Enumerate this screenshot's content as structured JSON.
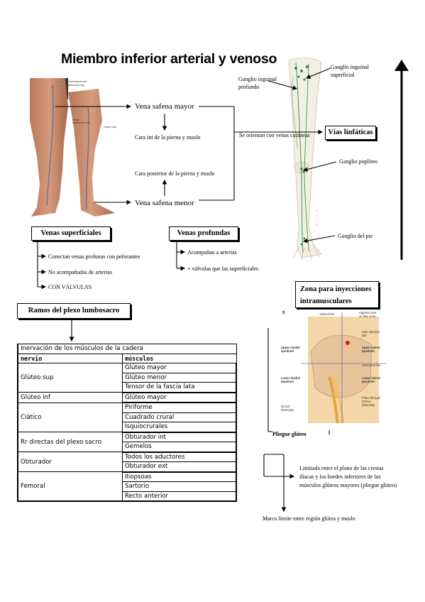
{
  "title": "Miembro inferior arterial y venoso",
  "leg_labels": {
    "safena_mayor": "Vena safena mayor",
    "safena_menor": "Vena safena menor",
    "cara_int": "Cara int de la pierna y muslo",
    "cara_post": "Cara posterior de la pierna y muslo",
    "orientan": "Se orientan con venas cutáneas"
  },
  "lymph": {
    "vias": "Vías linfáticas",
    "ganglio_inguinal_profundo": [
      "Ganglio inguinal",
      "profundo"
    ],
    "ganglio_inguinal_superficial": [
      "Ganglio inguinal",
      "superficial"
    ],
    "ganglio_popliteo": "Ganglio popliteo",
    "ganglio_pie": "Ganglio del pie"
  },
  "venas_superficiales": {
    "heading": "Venas superficiales",
    "items": [
      "Conectan venas profunas con peforantes",
      "No acompañadas de arterias",
      "CON VÁLVULAS"
    ]
  },
  "venas_profundas": {
    "heading": "Venas profundas",
    "items": [
      "Acompañan a arterias",
      "+ válvulas que las superficiales"
    ]
  },
  "plexo": {
    "heading": "Ramos del plexo lumbosacro",
    "table_title": "Inervación de los músculos de la cadera",
    "col_nervio": "nervio",
    "col_musculos": "músculos",
    "rows": [
      {
        "nervio": "Glúteo sup",
        "musculos": [
          "Glúteo mayor",
          "Glúteo menor",
          "Tensor de la fascia lata"
        ]
      },
      {
        "nervio": "Glúteo inf",
        "musculos": [
          "Glúteo mayor"
        ]
      },
      {
        "nervio": "Ciático",
        "musculos": [
          "Piriforme",
          "Cuadrado crural",
          "Isquiocrurales"
        ]
      },
      {
        "nervio": "Rr directas del plexo sacro",
        "musculos": [
          "Obturador int",
          "Gemelos"
        ]
      },
      {
        "nervio": "Obturador",
        "musculos": [
          "Todos los aductores",
          "Obturador ext"
        ]
      },
      {
        "nervio": "Femoral",
        "musculos": [
          "Iliopsoas",
          "Sartorio",
          "Recto anterior"
        ]
      }
    ]
  },
  "inyecciones": {
    "heading": [
      "Zona para inyecciones",
      "intramusculares"
    ],
    "figure_letter": "B",
    "figure_labels": {
      "vertical_line": "Vertical line",
      "highest_point": [
        "Highest point",
        "on iliac crest"
      ],
      "safe_site": [
        "Safe injection",
        "site"
      ],
      "upper_medial": [
        "Upper medial",
        "quadrant"
      ],
      "upper_lateral": [
        "Upper lateral",
        "quadrant"
      ],
      "horizontal_line": "Horizontal line",
      "lower_medial": [
        "Lower medial",
        "quadrant"
      ],
      "lower_lateral": [
        "Lower lateral",
        "quadrant"
      ],
      "plane_through": [
        "Plane through",
        "ischial",
        "tuberosity"
      ],
      "ischial": [
        "Ischial",
        "tuberosity"
      ]
    },
    "pliegue": "Pliegue glúteo",
    "limitada": [
      "Limitada entre el plano de las crestas",
      "ilíacas y los bordes inferiores de los",
      "músculos glúteos mayores (pliegue glúteo)"
    ],
    "marca": "Marca límite entre región glútea y muslo"
  }
}
